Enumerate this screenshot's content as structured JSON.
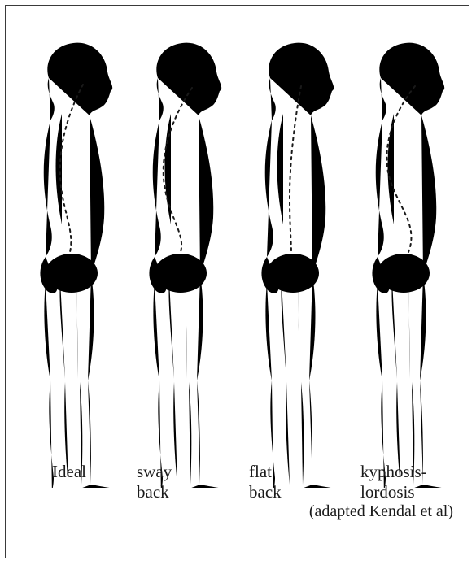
{
  "figures": [
    {
      "label": "Ideal"
    },
    {
      "label": "sway\nback"
    },
    {
      "label": "flat\nback"
    },
    {
      "label": "kyphosis-\nlordosis"
    }
  ],
  "caption": "(adapted Kendal et al)",
  "colors": {
    "stroke": "#1a1a1a",
    "border": "#3a3a3a",
    "background": "#ffffff"
  }
}
